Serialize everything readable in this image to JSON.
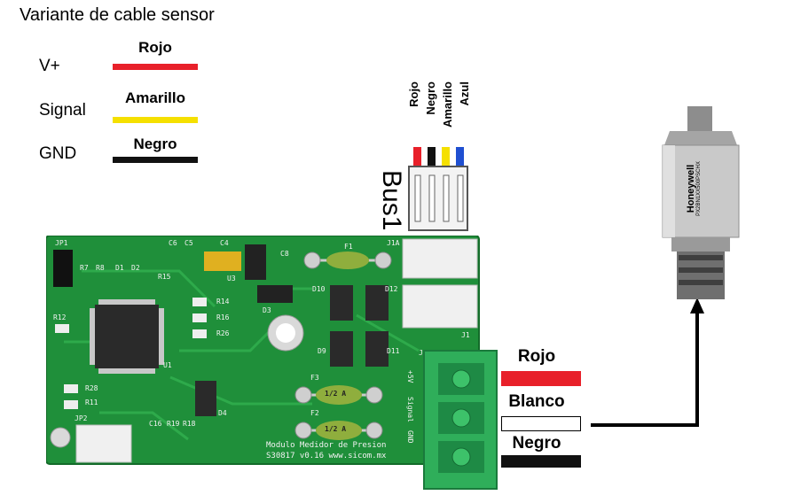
{
  "title": "Variante de cable sensor",
  "legend": [
    {
      "signal": "V+",
      "wire": "Rojo",
      "color": "#e8202a"
    },
    {
      "signal": "Signal",
      "wire": "Amarillo",
      "color": "#f5e000"
    },
    {
      "signal": "GND",
      "wire": "Negro",
      "color": "#111111"
    }
  ],
  "bus": {
    "label": "Bus1",
    "wire_labels": [
      "Azul",
      "Amarillo",
      "Negro",
      "Rojo"
    ],
    "pin_colors": [
      "#e8202a",
      "#111111",
      "#f5e000",
      "#1f4fd1"
    ]
  },
  "connector_wires": [
    {
      "name": "Rojo",
      "color": "#e8202a"
    },
    {
      "name": "Blanco",
      "color": "#ffffff"
    },
    {
      "name": "Negro",
      "color": "#111111"
    }
  ],
  "board": {
    "refs": [
      "JP1",
      "R7",
      "R8",
      "D1",
      "D2",
      "C6",
      "C5",
      "C4",
      "C8",
      "U3",
      "R15",
      "F1",
      "J1A",
      "D10",
      "D12",
      "D3",
      "R14",
      "R16",
      "R26",
      "R12",
      "U1",
      "D9",
      "D11",
      "J1",
      "F3",
      "JP4",
      "F2",
      "R28",
      "R11",
      "D4",
      "JP2",
      "C16",
      "R19",
      "R18"
    ],
    "fuse_label": "1/2 A",
    "terminal_labels": [
      "+5V",
      "Signal",
      "GND"
    ],
    "caption_line1": "Modulo Medidor de Presion",
    "caption_line2": "S30817 v0.16  www.sicom.mx"
  },
  "sensor": {
    "brand": "Honeywell",
    "part": "PX2BN1XX500PSCHX"
  }
}
